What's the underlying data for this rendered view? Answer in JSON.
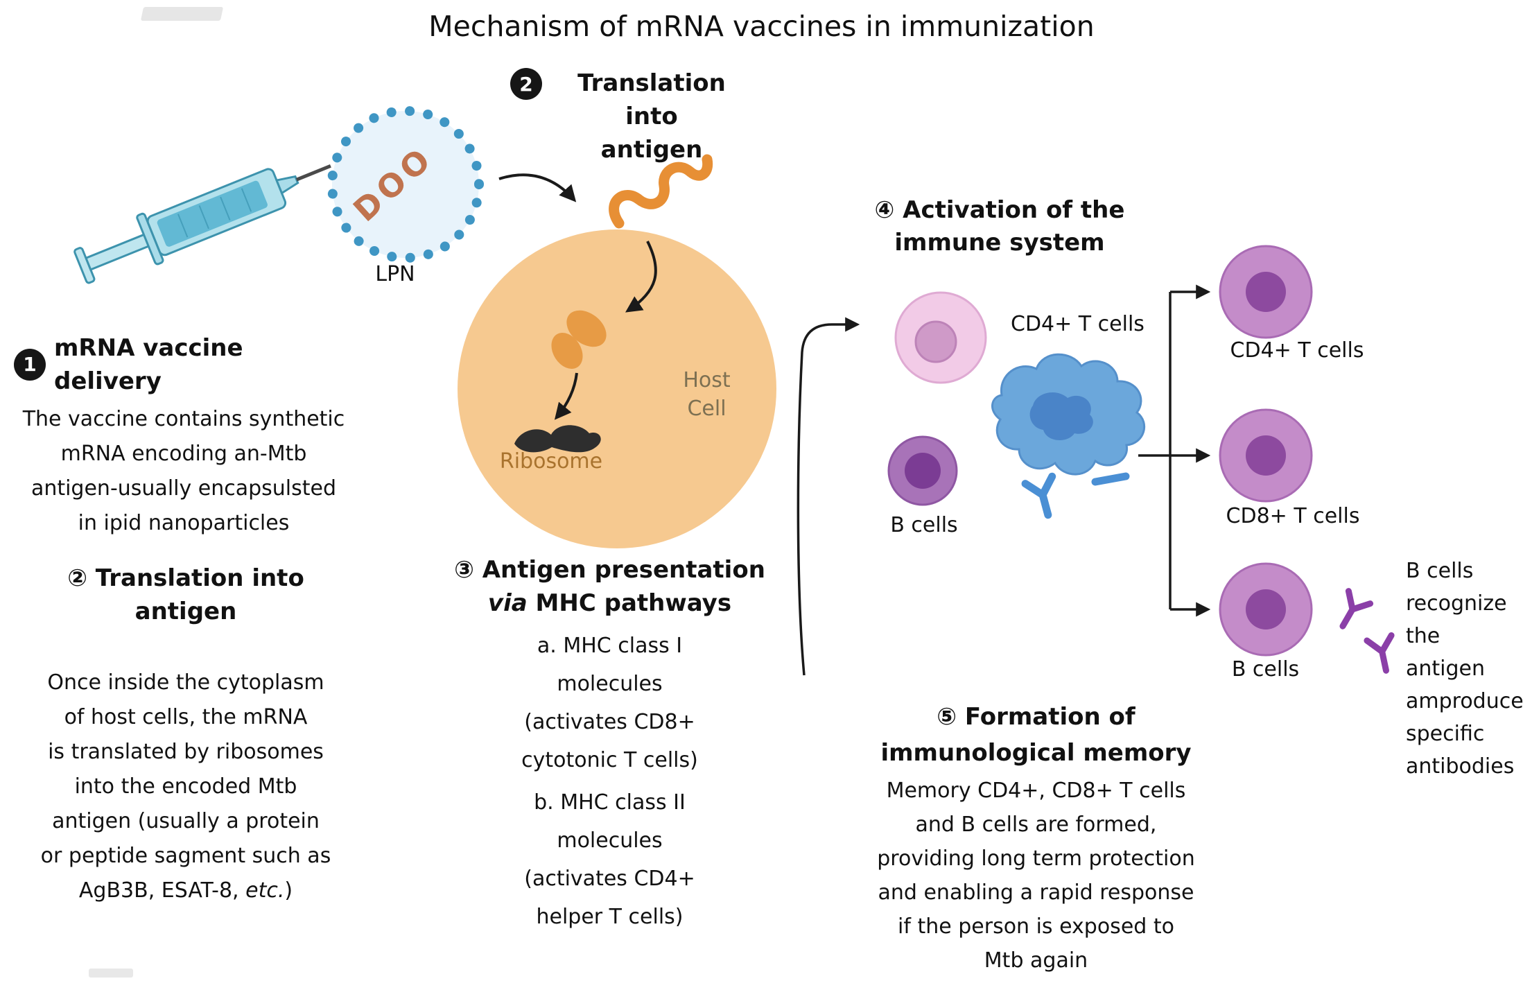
{
  "title": "Mechanism of mRNA vaccines in immunization",
  "delivery": {
    "lpn_label": "LPN",
    "lpn_inner": "DOO"
  },
  "host_cell": {
    "name": "Host\nCell",
    "ribosome": "Ribosome"
  },
  "step1": {
    "num": "1",
    "heading": "mRNA vaccine delivery",
    "body": "The vaccine contains synthetic\nmRNA encoding an-Mtb\nantigen-usually encapsulsted\nin ipid nanoparticles"
  },
  "step2_top": {
    "num": "2",
    "line1": "Translation into",
    "line2": "antigen"
  },
  "step2": {
    "heading": "② Translation into antigen",
    "body_start": "Once inside the cytoplasm\nof host cells, the mRNA\nis translated by ribosomes\ninto the encoded Mtb\nantigen (usually a protein\nor peptide sagment such as\nAgB3B, ESAT-8, ",
    "body_italic": "etc.",
    "body_end": ")"
  },
  "step3": {
    "heading": "③ Antigen presentation",
    "heading2_italic": "via",
    "heading2_rest": " MHC pathways",
    "item_a": "a. MHC class I\nmolecules\n(activates CD8+\ncytotonic T cells)",
    "item_b": "b. MHC class II\nmolecules\n(activates CD4+\nhelper T cells)"
  },
  "step4": {
    "heading": "④ Activation of the\nimmune system",
    "cd4_label": "CD4+ T cells",
    "b_label": "B cells"
  },
  "outcome_cells": [
    {
      "label": "CD4+ T cells"
    },
    {
      "label": "CD8+ T cells"
    },
    {
      "label": "B cells"
    }
  ],
  "b_cell_note": "B cells\nrecognize\nthe antigen\namproduce\nspecific\nantibodies",
  "step5": {
    "heading": "⑤ Formation of\nimmunological memory",
    "body": "Memory CD4+, CD8+ T cells\nand B cells are formed,\nproviding long term protection\nand enabling a rapid response\nif the person is exposed to\nMtb again"
  },
  "colors": {
    "host_cell_orange": "#f6c990",
    "antigen_orange": "#e78f35",
    "lpn_blue": "#3f96c4",
    "pink_cell": "#f2cbe7",
    "b_cell_purple": "#a873b8",
    "memory_cell_purple": "#c48cc9",
    "apc_blue": "#6ba7db",
    "antibody_blue": "#4a8fd4",
    "antibody_purple": "#8b3fa8"
  }
}
